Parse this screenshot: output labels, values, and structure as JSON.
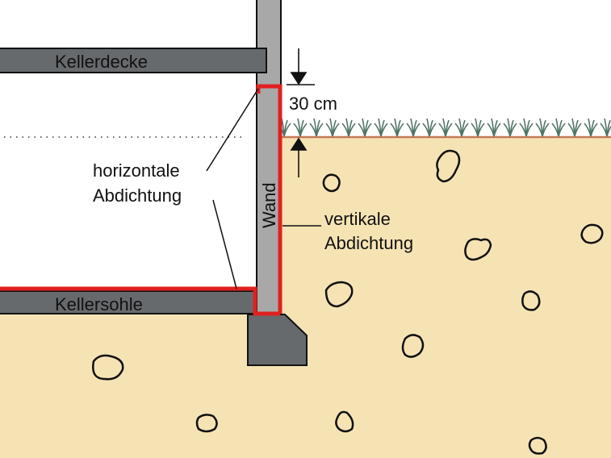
{
  "labels": {
    "ceiling": "Kellerdecke",
    "floor_slab": "Kellersohle",
    "wall": "Wand",
    "horizontal_seal_line1": "horizontale",
    "horizontal_seal_line2": "Abdichtung",
    "vertical_seal_line1": "vertikale",
    "vertical_seal_line2": "Abdichtung",
    "dimension": "30 cm"
  },
  "colors": {
    "soil": "#f6e3b4",
    "slab": "#676a6d",
    "wall": "#a8a8a8",
    "sealing": "#e0211f",
    "ground_line": "#c57a56",
    "grass": "#4f7566"
  }
}
